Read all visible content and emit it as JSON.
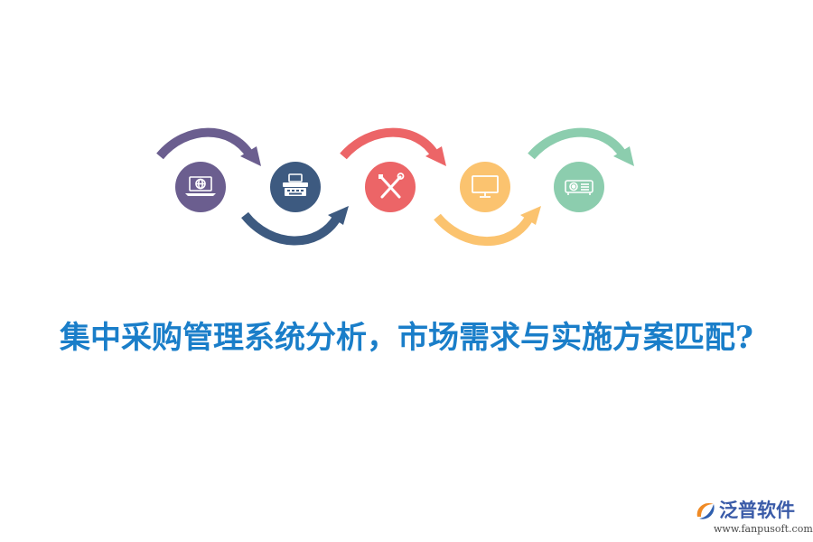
{
  "headline": {
    "text": "集中采购管理系统分析，市场需求与实施方案匹配?",
    "color": "#1a7ec9"
  },
  "steps": [
    {
      "icon": "laptop-globe-icon",
      "color": "#6b5e8f"
    },
    {
      "icon": "typewriter-icon",
      "color": "#3d5a80"
    },
    {
      "icon": "tools-icon",
      "color": "#ec6567"
    },
    {
      "icon": "monitor-icon",
      "color": "#fbc36f"
    },
    {
      "icon": "projector-icon",
      "color": "#8ccdae"
    }
  ],
  "logo": {
    "name": "泛普软件",
    "url": "www.fanpusoft.com",
    "name_color": "#3a5ba8",
    "url_color": "#4a4a4a",
    "accent_orange": "#f08a24",
    "accent_blue": "#2f5fae"
  }
}
